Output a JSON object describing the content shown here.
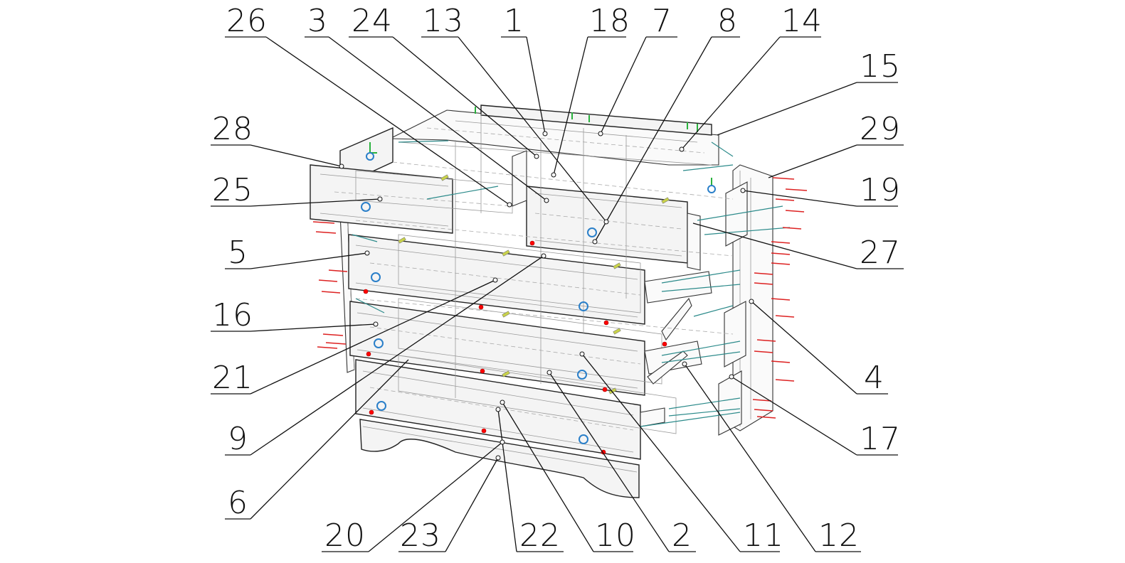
{
  "callouts": {
    "top": [
      "26",
      "3",
      "24",
      "13",
      "1",
      "18",
      "7",
      "8",
      "14"
    ],
    "right": [
      "15",
      "29",
      "19",
      "27",
      "4",
      "17"
    ],
    "left": [
      "28",
      "25",
      "5",
      "16",
      "21",
      "9",
      "6"
    ],
    "bottom": [
      "20",
      "23",
      "22",
      "10",
      "2",
      "11",
      "12"
    ]
  },
  "colors": {
    "outline": "#222222",
    "hidden_lines": "#999999",
    "fastener_lines": "#2b8a8a",
    "handles": "#2a7fc9",
    "screws": "#ff0000",
    "dowels": "#c9d24a",
    "brackets": "#2ab23e"
  },
  "icons": {
    "handle": "ring-handle-icon",
    "screw": "screw-icon",
    "dowel": "dowel-icon"
  }
}
